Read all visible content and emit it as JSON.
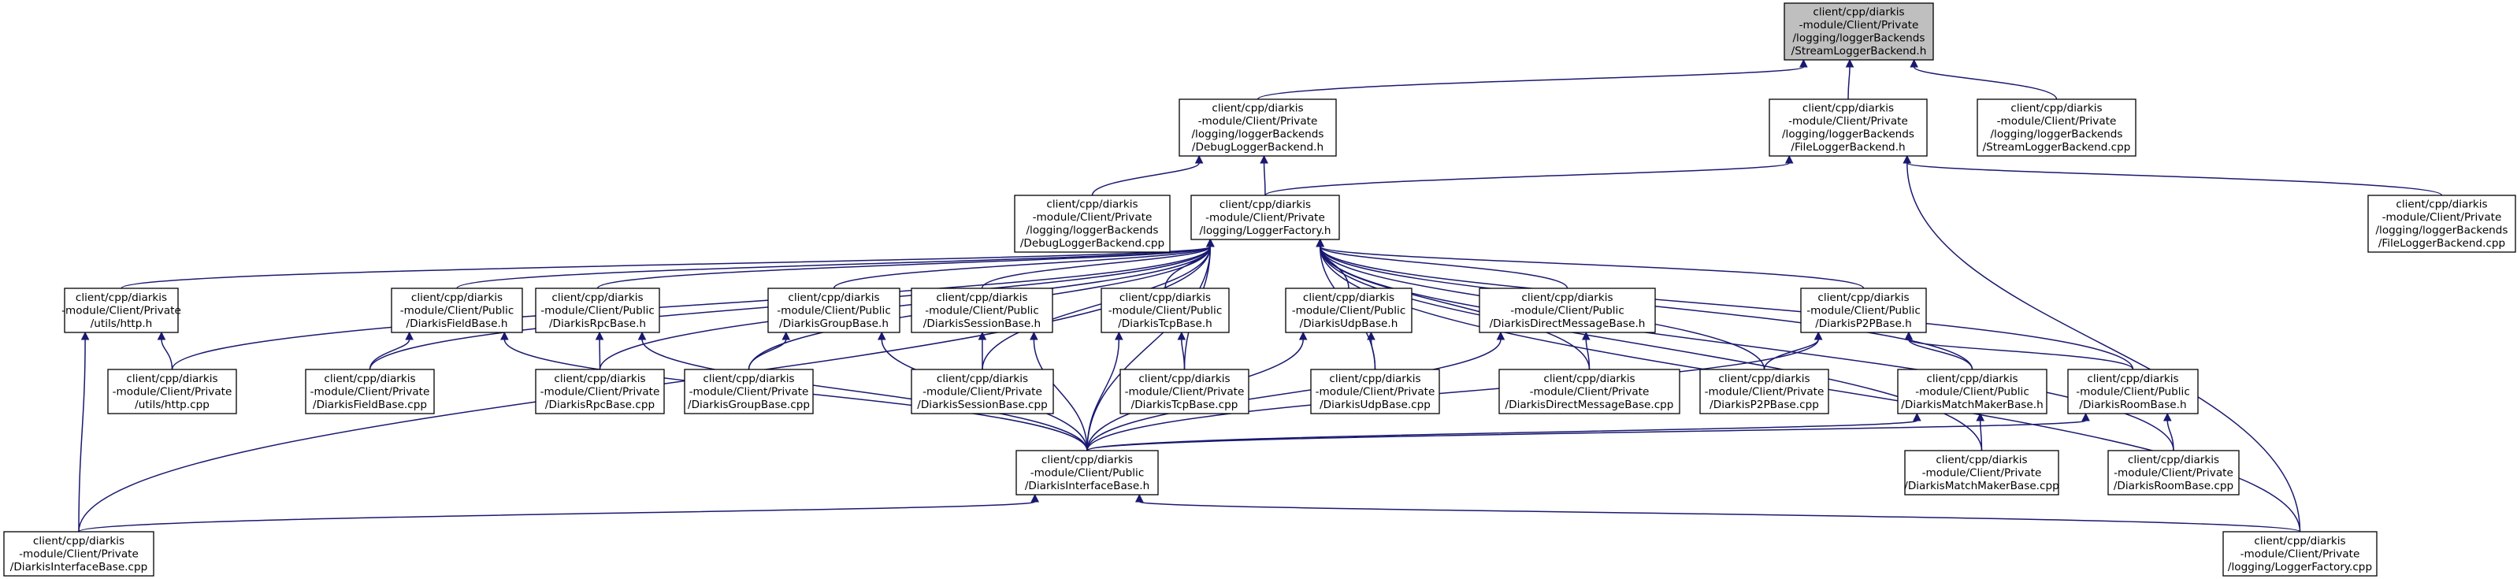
{
  "graph": {
    "edge_color": "#191970",
    "highlight_fill": "#bfbfbf",
    "nodes": [
      {
        "id": "stream_h",
        "lines": [
          "client/cpp/diarkis",
          "-module/Client/Private",
          "/logging/loggerBackends",
          "/StreamLoggerBackend.h"
        ],
        "highlight": true
      },
      {
        "id": "debug_h",
        "lines": [
          "client/cpp/diarkis",
          "-module/Client/Private",
          "/logging/loggerBackends",
          "/DebugLoggerBackend.h"
        ]
      },
      {
        "id": "file_h",
        "lines": [
          "client/cpp/diarkis",
          "-module/Client/Private",
          "/logging/loggerBackends",
          "/FileLoggerBackend.h"
        ]
      },
      {
        "id": "stream_cpp",
        "lines": [
          "client/cpp/diarkis",
          "-module/Client/Private",
          "/logging/loggerBackends",
          "/StreamLoggerBackend.cpp"
        ]
      },
      {
        "id": "debug_cpp",
        "lines": [
          "client/cpp/diarkis",
          "-module/Client/Private",
          "/logging/loggerBackends",
          "/DebugLoggerBackend.cpp"
        ]
      },
      {
        "id": "factory_h",
        "lines": [
          "client/cpp/diarkis",
          "-module/Client/Private",
          "/logging/LoggerFactory.h"
        ]
      },
      {
        "id": "file_cpp",
        "lines": [
          "client/cpp/diarkis",
          "-module/Client/Private",
          "/logging/loggerBackends",
          "/FileLoggerBackend.cpp"
        ]
      },
      {
        "id": "http_h",
        "lines": [
          "client/cpp/diarkis",
          "-module/Client/Private",
          "/utils/http.h"
        ]
      },
      {
        "id": "field_h",
        "lines": [
          "client/cpp/diarkis",
          "-module/Client/Public",
          "/DiarkisFieldBase.h"
        ]
      },
      {
        "id": "rpc_h",
        "lines": [
          "client/cpp/diarkis",
          "-module/Client/Public",
          "/DiarkisRpcBase.h"
        ]
      },
      {
        "id": "group_h",
        "lines": [
          "client/cpp/diarkis",
          "-module/Client/Public",
          "/DiarkisGroupBase.h"
        ]
      },
      {
        "id": "session_h",
        "lines": [
          "client/cpp/diarkis",
          "-module/Client/Public",
          "/DiarkisSessionBase.h"
        ]
      },
      {
        "id": "tcp_h",
        "lines": [
          "client/cpp/diarkis",
          "-module/Client/Public",
          "/DiarkisTcpBase.h"
        ]
      },
      {
        "id": "udp_h",
        "lines": [
          "client/cpp/diarkis",
          "-module/Client/Public",
          "/DiarkisUdpBase.h"
        ]
      },
      {
        "id": "dm_h",
        "lines": [
          "client/cpp/diarkis",
          "-module/Client/Public",
          "/DiarkisDirectMessageBase.h"
        ]
      },
      {
        "id": "p2p_h",
        "lines": [
          "client/cpp/diarkis",
          "-module/Client/Public",
          "/DiarkisP2PBase.h"
        ]
      },
      {
        "id": "http_cpp",
        "lines": [
          "client/cpp/diarkis",
          "-module/Client/Private",
          "/utils/http.cpp"
        ]
      },
      {
        "id": "field_cpp",
        "lines": [
          "client/cpp/diarkis",
          "-module/Client/Private",
          "/DiarkisFieldBase.cpp"
        ]
      },
      {
        "id": "rpc_cpp",
        "lines": [
          "client/cpp/diarkis",
          "-module/Client/Private",
          "/DiarkisRpcBase.cpp"
        ]
      },
      {
        "id": "group_cpp",
        "lines": [
          "client/cpp/diarkis",
          "-module/Client/Private",
          "/DiarkisGroupBase.cpp"
        ]
      },
      {
        "id": "session_cpp",
        "lines": [
          "client/cpp/diarkis",
          "-module/Client/Private",
          "/DiarkisSessionBase.cpp"
        ]
      },
      {
        "id": "tcp_cpp",
        "lines": [
          "client/cpp/diarkis",
          "-module/Client/Private",
          "/DiarkisTcpBase.cpp"
        ]
      },
      {
        "id": "udp_cpp",
        "lines": [
          "client/cpp/diarkis",
          "-module/Client/Private",
          "/DiarkisUdpBase.cpp"
        ]
      },
      {
        "id": "dm_cpp",
        "lines": [
          "client/cpp/diarkis",
          "-module/Client/Private",
          "/DiarkisDirectMessageBase.cpp"
        ]
      },
      {
        "id": "p2p_cpp",
        "lines": [
          "client/cpp/diarkis",
          "-module/Client/Private",
          "/DiarkisP2PBase.cpp"
        ]
      },
      {
        "id": "mm_h",
        "lines": [
          "client/cpp/diarkis",
          "-module/Client/Public",
          "/DiarkisMatchMakerBase.h"
        ]
      },
      {
        "id": "room_h",
        "lines": [
          "client/cpp/diarkis",
          "-module/Client/Public",
          "/DiarkisRoomBase.h"
        ]
      },
      {
        "id": "iface_h",
        "lines": [
          "client/cpp/diarkis",
          "-module/Client/Public",
          "/DiarkisInterfaceBase.h"
        ]
      },
      {
        "id": "mm_cpp",
        "lines": [
          "client/cpp/diarkis",
          "-module/Client/Private",
          "/DiarkisMatchMakerBase.cpp"
        ]
      },
      {
        "id": "room_cpp",
        "lines": [
          "client/cpp/diarkis",
          "-module/Client/Private",
          "/DiarkisRoomBase.cpp"
        ]
      },
      {
        "id": "iface_cpp",
        "lines": [
          "client/cpp/diarkis",
          "-module/Client/Private",
          "/DiarkisInterfaceBase.cpp"
        ]
      },
      {
        "id": "factory_cpp",
        "lines": [
          "client/cpp/diarkis",
          "-module/Client/Private",
          "/logging/LoggerFactory.cpp"
        ]
      }
    ],
    "edges": [
      [
        "debug_h",
        "stream_h"
      ],
      [
        "file_h",
        "stream_h"
      ],
      [
        "stream_cpp",
        "stream_h"
      ],
      [
        "debug_cpp",
        "debug_h"
      ],
      [
        "factory_h",
        "debug_h"
      ],
      [
        "factory_h",
        "file_h"
      ],
      [
        "file_cpp",
        "file_h"
      ],
      [
        "factory_cpp",
        "file_h"
      ],
      [
        "http_h",
        "factory_h"
      ],
      [
        "field_h",
        "factory_h"
      ],
      [
        "rpc_h",
        "factory_h"
      ],
      [
        "group_h",
        "factory_h"
      ],
      [
        "session_h",
        "factory_h"
      ],
      [
        "tcp_h",
        "factory_h"
      ],
      [
        "udp_h",
        "factory_h"
      ],
      [
        "dm_h",
        "factory_h"
      ],
      [
        "p2p_h",
        "factory_h"
      ],
      [
        "http_cpp",
        "factory_h"
      ],
      [
        "field_cpp",
        "factory_h"
      ],
      [
        "rpc_cpp",
        "factory_h"
      ],
      [
        "group_cpp",
        "factory_h"
      ],
      [
        "session_cpp",
        "factory_h"
      ],
      [
        "tcp_cpp",
        "factory_h"
      ],
      [
        "udp_cpp",
        "factory_h"
      ],
      [
        "dm_cpp",
        "factory_h"
      ],
      [
        "p2p_cpp",
        "factory_h"
      ],
      [
        "mm_h",
        "factory_h"
      ],
      [
        "room_h",
        "factory_h"
      ],
      [
        "iface_h",
        "factory_h"
      ],
      [
        "mm_cpp",
        "factory_h"
      ],
      [
        "room_cpp",
        "factory_h"
      ],
      [
        "iface_cpp",
        "factory_h"
      ],
      [
        "factory_cpp",
        "factory_h"
      ],
      [
        "http_cpp",
        "http_h"
      ],
      [
        "iface_cpp",
        "http_h"
      ],
      [
        "field_cpp",
        "field_h"
      ],
      [
        "iface_h",
        "field_h"
      ],
      [
        "rpc_cpp",
        "rpc_h"
      ],
      [
        "iface_h",
        "rpc_h"
      ],
      [
        "group_cpp",
        "group_h"
      ],
      [
        "iface_h",
        "group_h"
      ],
      [
        "session_cpp",
        "session_h"
      ],
      [
        "iface_h",
        "session_h"
      ],
      [
        "tcp_cpp",
        "tcp_h"
      ],
      [
        "iface_h",
        "tcp_h"
      ],
      [
        "udp_cpp",
        "udp_h"
      ],
      [
        "iface_h",
        "udp_h"
      ],
      [
        "dm_cpp",
        "dm_h"
      ],
      [
        "iface_h",
        "dm_h"
      ],
      [
        "p2p_cpp",
        "p2p_h"
      ],
      [
        "mm_h",
        "p2p_h"
      ],
      [
        "room_h",
        "p2p_h"
      ],
      [
        "iface_h",
        "p2p_h"
      ],
      [
        "mm_cpp",
        "mm_h"
      ],
      [
        "iface_h",
        "mm_h"
      ],
      [
        "room_cpp",
        "room_h"
      ],
      [
        "iface_h",
        "room_h"
      ],
      [
        "iface_cpp",
        "iface_h"
      ],
      [
        "factory_cpp",
        "iface_h"
      ]
    ]
  }
}
